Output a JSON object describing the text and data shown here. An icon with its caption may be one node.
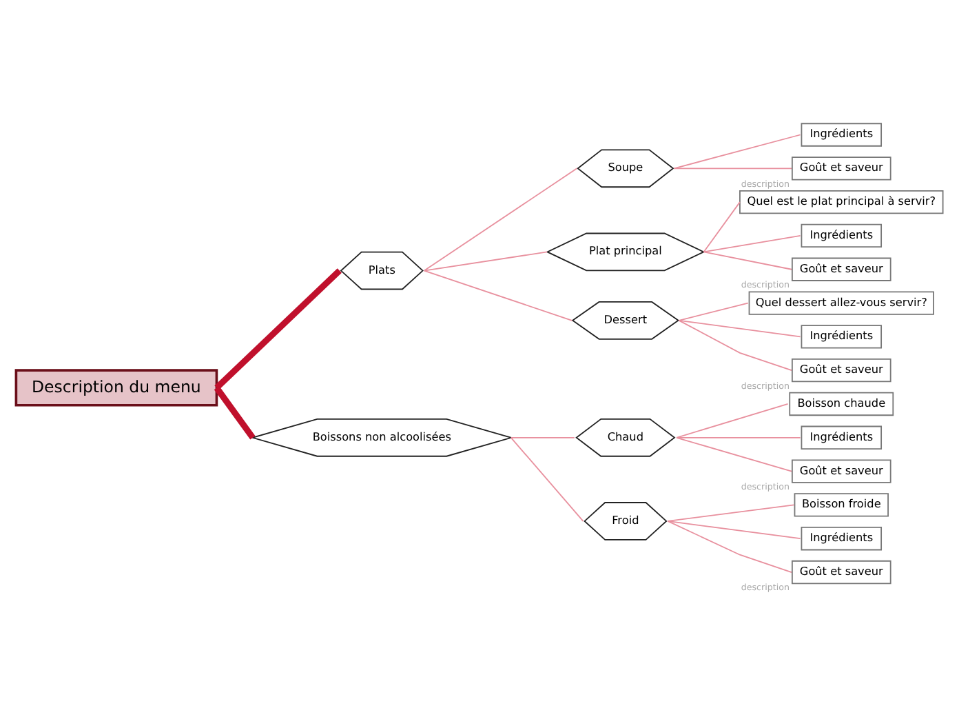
{
  "diagram": {
    "nodes": [
      {
        "text": [
          "Description du menu"
        ]
      },
      {
        "text": [
          "Plats"
        ]
      },
      {
        "text": [
          "Soupe"
        ]
      },
      {
        "text": [
          "Ingrédients"
        ]
      },
      {
        "text": [
          "Goût et saveur"
        ],
        "beside": [
          "description"
        ]
      },
      {
        "text": [
          "Plat principal"
        ]
      },
      {
        "text": [
          "Quel est le plat principal à servir?"
        ]
      },
      {
        "text": [
          "Ingrédients"
        ]
      },
      {
        "text": [
          "Goût et saveur"
        ],
        "beside": [
          "description"
        ]
      },
      {
        "text": [
          "Dessert"
        ]
      },
      {
        "text": [
          "Quel dessert allez-vous servir?"
        ]
      },
      {
        "text": [
          "Ingrédients"
        ]
      },
      {
        "text": [
          "Goût et saveur"
        ],
        "beside": [
          "description"
        ]
      },
      {
        "text": [
          "Boissons non alcoolisées"
        ]
      },
      {
        "text": [
          "Chaud"
        ]
      },
      {
        "text": [
          "Boisson chaude"
        ]
      },
      {
        "text": [
          "Ingrédients"
        ]
      },
      {
        "text": [
          "Goût et saveur"
        ],
        "beside": [
          "description"
        ]
      },
      {
        "text": [
          "Froid"
        ]
      },
      {
        "text": [
          "Boisson froide"
        ]
      },
      {
        "text": [
          "Ingrédients"
        ]
      },
      {
        "text": [
          "Goût et saveur"
        ],
        "beside": [
          "description"
        ]
      }
    ],
    "edges": [
      {
        "from": 0,
        "to": 1,
        "arrow": "none",
        "style": "thick",
        "color": "#c0102c"
      },
      {
        "from": 1,
        "to": 2,
        "arrow": "none"
      },
      {
        "from": 2,
        "to": 3,
        "arrow": "none"
      },
      {
        "from": 2,
        "to": 4,
        "arrow": "none"
      },
      {
        "from": 1,
        "to": 5,
        "arrow": "none"
      },
      {
        "from": 5,
        "to": 6,
        "arrow": "none"
      },
      {
        "from": 5,
        "to": 7,
        "arrow": "none"
      },
      {
        "from": 5,
        "to": 8,
        "arrow": "none"
      },
      {
        "from": 1,
        "to": 9,
        "arrow": "none"
      },
      {
        "from": 9,
        "to": 10,
        "arrow": "none"
      },
      {
        "from": 9,
        "to": 11,
        "arrow": "none"
      },
      {
        "from": 9,
        "to": 12,
        "arrow": "none"
      },
      {
        "from": 0,
        "to": 13,
        "arrow": "none",
        "style": "thick",
        "color": "#c0102c"
      },
      {
        "from": 13,
        "to": 14,
        "arrow": "none"
      },
      {
        "from": 14,
        "to": 15,
        "arrow": "none"
      },
      {
        "from": 14,
        "to": 16,
        "arrow": "none"
      },
      {
        "from": 14,
        "to": 17,
        "arrow": "none"
      },
      {
        "from": 13,
        "to": 18,
        "arrow": "none"
      },
      {
        "from": 18,
        "to": 19,
        "arrow": "none"
      },
      {
        "from": 18,
        "to": 20,
        "arrow": "none"
      },
      {
        "from": 18,
        "to": 21,
        "arrow": "none"
      }
    ]
  }
}
